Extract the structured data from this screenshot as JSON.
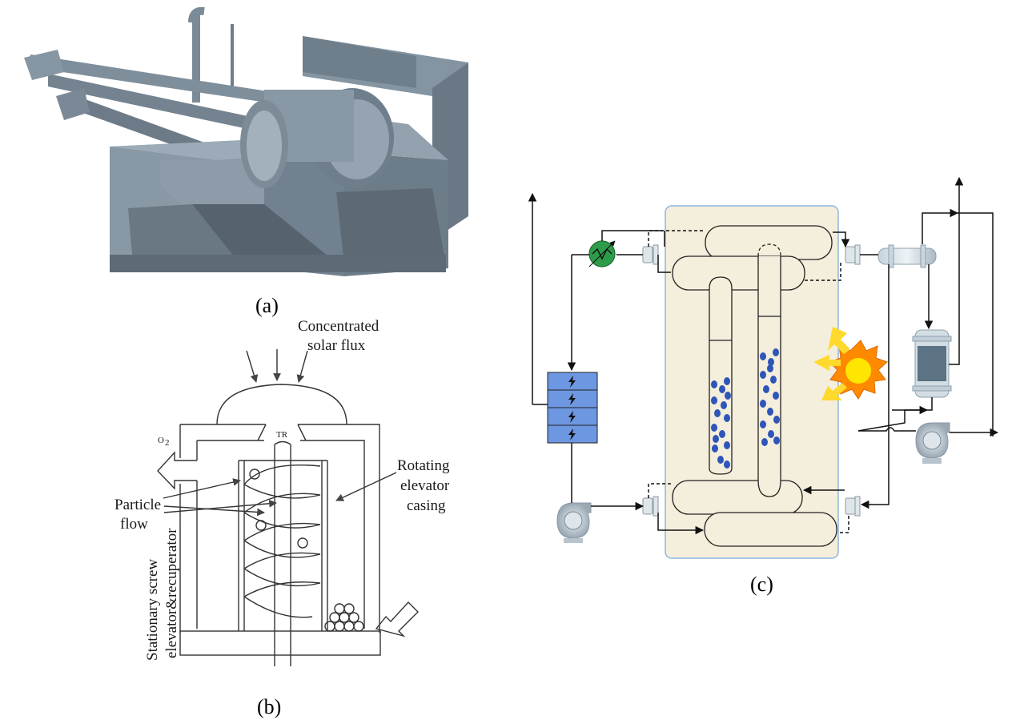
{
  "panels": {
    "a": {
      "caption": "(a)"
    },
    "b": {
      "caption": "(b)",
      "solar_flux_line1": "Concentrated",
      "solar_flux_line2": "solar flux",
      "o2_label": "O",
      "o2_sub": "2",
      "tr_label": "TR",
      "particle_flow_line1": "Particle",
      "particle_flow_line2": "flow",
      "rotating_line1": "Rotating",
      "rotating_line2": "elevator",
      "rotating_line3": "casing",
      "screw_line1": "Stationary screw",
      "screw_line2": "elevator&recuperator"
    },
    "c": {
      "caption": "(c)"
    }
  },
  "colors": {
    "machine_gray": "#7d8c99",
    "reactor_bg": "#f4eedc",
    "reactor_border": "#8fb6de",
    "particle_blue": "#2e55b8",
    "heater_blue": "#6d97e0",
    "hx_green": "#2e9b4a",
    "sun_orange": "#ff8a00",
    "sun_yellow": "#ffe600",
    "arrow_yellow": "#ffd92e"
  }
}
